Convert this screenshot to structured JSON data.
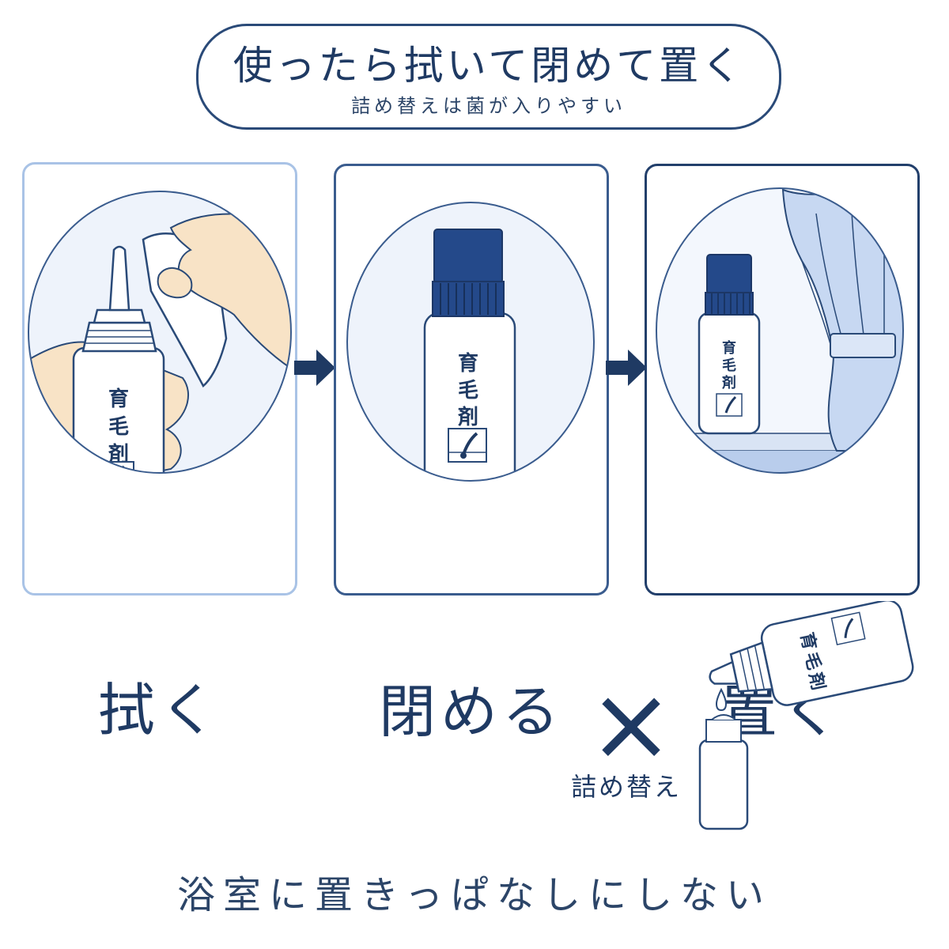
{
  "header": {
    "title": "使ったら拭いて閉めて置く",
    "subtitle": "詰め替えは菌が入りやすい"
  },
  "steps": [
    {
      "label": "拭く",
      "bottle_label": "育毛剤"
    },
    {
      "label": "閉める",
      "bottle_label": "育毛剤"
    },
    {
      "label": "置く",
      "bottle_label": "育毛剤"
    }
  ],
  "warning": {
    "mark": "×",
    "refill_label": "詰め替え",
    "bottle_label": "育毛剤"
  },
  "footer": {
    "text": "浴室に置きっぱなしにしない"
  },
  "colors": {
    "navy": "#1f3a63",
    "cap": "#24498a",
    "light_blue": "#e9f0fb",
    "skin": "#f8e3c6"
  }
}
